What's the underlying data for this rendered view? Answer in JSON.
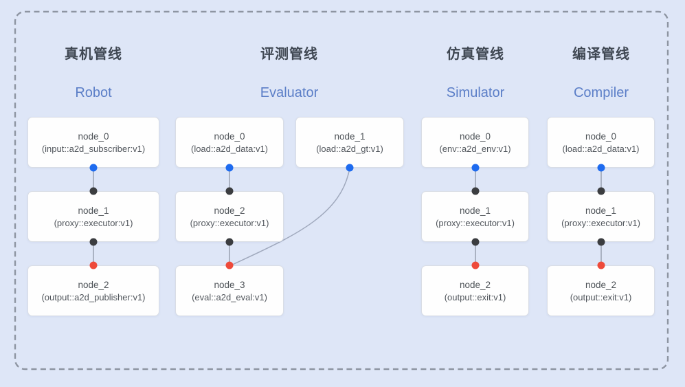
{
  "colors": {
    "background": "#dee6f7",
    "dashed_border": "#8e95a2",
    "node_background": "#fefefe",
    "node_border": "#d9dde5",
    "node_text": "#4d5257",
    "title_zh_text": "#3f4752",
    "title_en_text": "#5b7ec7",
    "port_dot_blue": "#1e6bef",
    "port_dot_dark": "#3b3d40",
    "port_dot_red": "#ee4a3a",
    "connector_line": "#99a1b0"
  },
  "pipelines": [
    {
      "title_zh": "真机管线",
      "title_en": "Robot",
      "nodes": [
        {
          "name": "node_0",
          "component": "(input::a2d_subscriber:v1)"
        },
        {
          "name": "node_1",
          "component": "(proxy::executor:v1)"
        },
        {
          "name": "node_2",
          "component": "(output::a2d_publisher:v1)"
        }
      ]
    },
    {
      "title_zh": "评测管线",
      "title_en": "Evaluator",
      "nodes": [
        {
          "name": "node_0",
          "component": "(load::a2d_data:v1)"
        },
        {
          "name": "node_1",
          "component": "(load::a2d_gt:v1)"
        },
        {
          "name": "node_2",
          "component": "(proxy::executor:v1)"
        },
        {
          "name": "node_3",
          "component": "(eval::a2d_eval:v1)"
        }
      ]
    },
    {
      "title_zh": "仿真管线",
      "title_en": "Simulator",
      "nodes": [
        {
          "name": "node_0",
          "component": "(env::a2d_env:v1)"
        },
        {
          "name": "node_1",
          "component": "(proxy::executor:v1)"
        },
        {
          "name": "node_2",
          "component": "(output::exit:v1)"
        }
      ]
    },
    {
      "title_zh": "编译管线",
      "title_en": "Compiler",
      "nodes": [
        {
          "name": "node_0",
          "component": "(load::a2d_data:v1)"
        },
        {
          "name": "node_1",
          "component": "(proxy::executor:v1)"
        },
        {
          "name": "node_2",
          "component": "(output::exit:v1)"
        }
      ]
    }
  ]
}
